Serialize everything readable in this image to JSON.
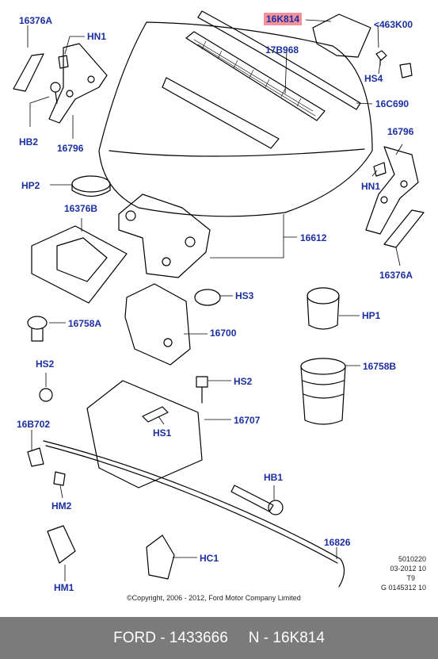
{
  "labels": {
    "16376A_tl": "16376A",
    "HN1_tl": "HN1",
    "HB2": "HB2",
    "16796_l": "16796",
    "16K814": "16K814",
    "463K00": "<463K00",
    "17B968": "17B968",
    "HS4": "HS4",
    "16C690": "16C690",
    "16796_r": "16796",
    "HN1_r": "HN1",
    "16376A_r": "16376A",
    "HP2": "HP2",
    "16376B": "16376B",
    "16612": "16612",
    "HS3": "HS3",
    "16758A": "16758A",
    "16700": "16700",
    "HP1": "HP1",
    "16758B": "16758B",
    "HS2_l": "HS2",
    "HS2_r": "HS2",
    "16707": "16707",
    "16B702": "16B702",
    "HS1": "HS1",
    "HB1": "HB1",
    "HM2": "HM2",
    "HC1": "HC1",
    "16826": "16826",
    "HM1": "HM1"
  },
  "highlight_color": "#f5919a",
  "label_color": "#1b2fa0",
  "meta": {
    "line1": "5010220",
    "line2": "03-2012 10",
    "line3": "T9",
    "line4": "G 0145312 10"
  },
  "copyright": "©Copyright, 2006 - 2012, Ford Motor Company Limited",
  "footer": {
    "left": "FORD - 1433666",
    "right": "N - 16K814"
  }
}
